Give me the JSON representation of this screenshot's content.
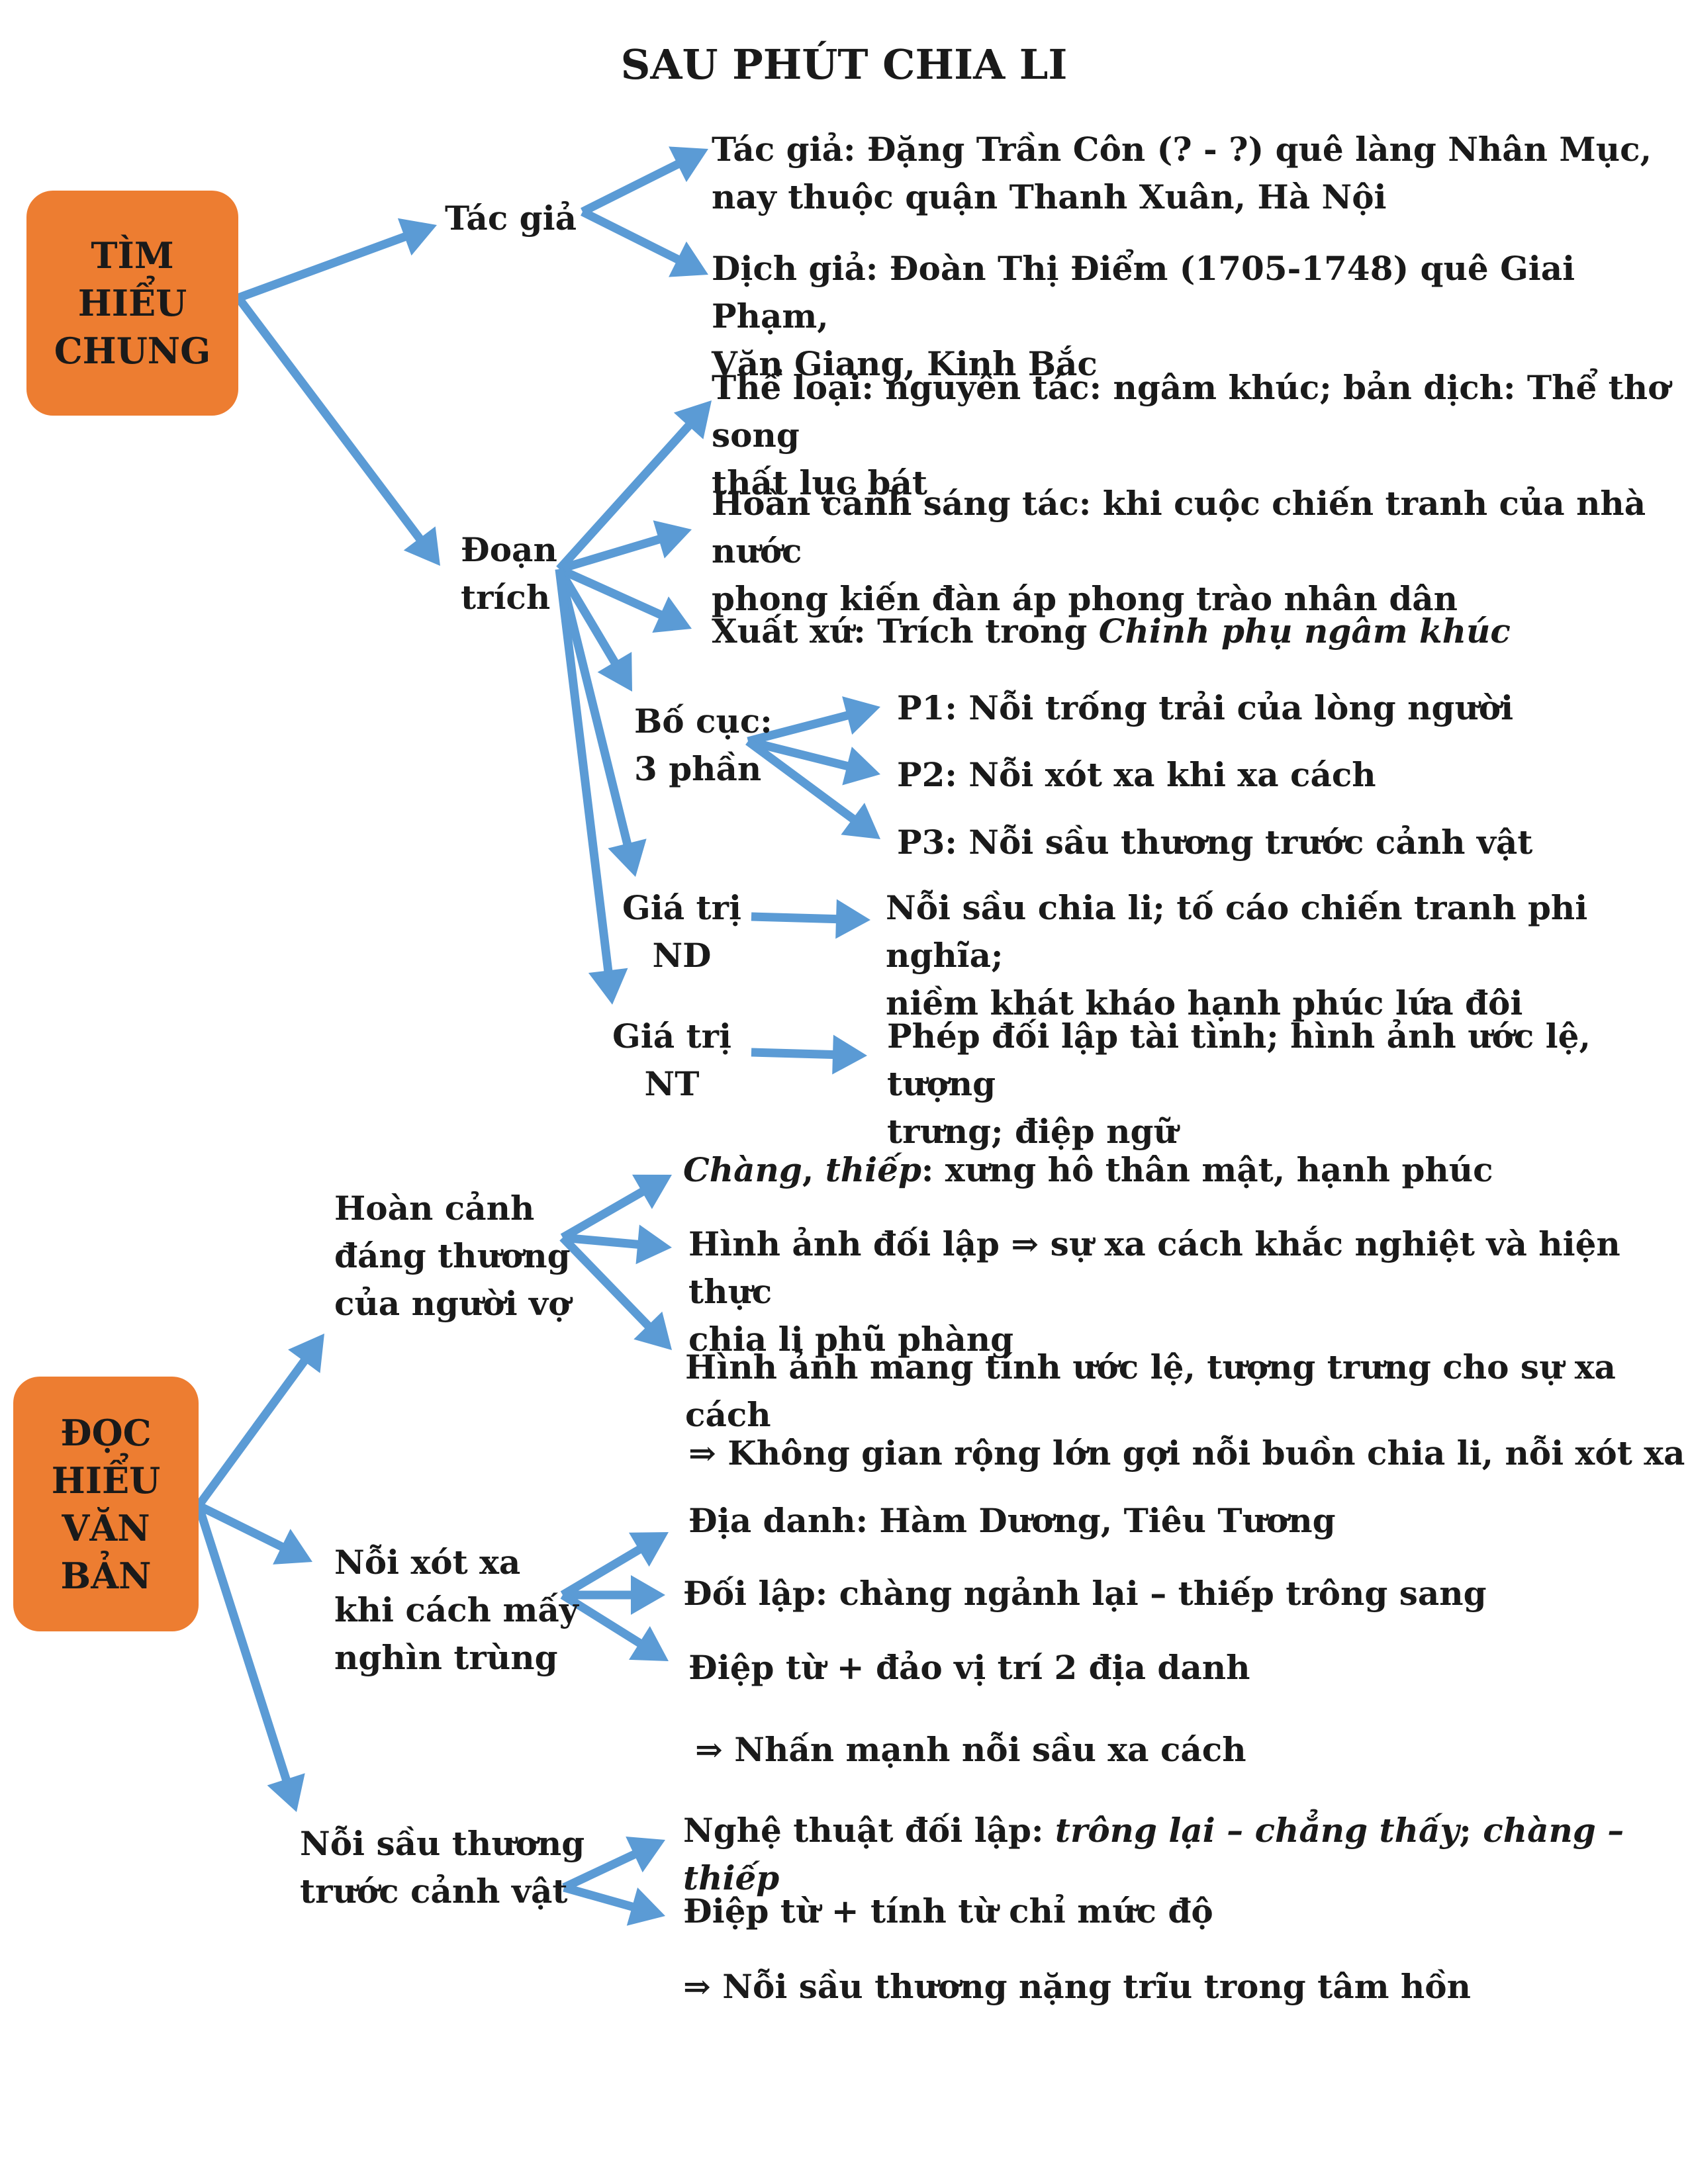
{
  "title": "SAU PHÚT CHIA LI",
  "colors": {
    "box": "#ed7d31",
    "arrow": "#5b9bd5"
  },
  "section1": {
    "box_lines": [
      "TÌM",
      "HIỂU",
      "CHUNG"
    ],
    "tac_gia": {
      "label": "Tác giả",
      "author": [
        "Tác giả: Đặng Trần Côn (? - ?) quê làng Nhân Mục,",
        "nay thuộc quận Thanh Xuân, Hà Nội"
      ],
      "translator": [
        "Dịch giả: Đoàn Thị Điểm (1705-1748) quê Giai Phạm,",
        "Văn Giang, Kinh Bắc"
      ]
    },
    "doan_trich": {
      "label": [
        "Đoạn",
        "trích"
      ],
      "the_loai": [
        "Thể loại: nguyên tác: ngâm khúc; bản dịch: Thể thơ song",
        "thất lục bát"
      ],
      "hoan_canh": [
        "Hoàn cảnh sáng tác: khi cuộc chiến tranh của nhà nước",
        "phong kiến đàn áp phong trào nhân dân"
      ],
      "xuat_xu_prefix": "Xuất xứ: Trích trong ",
      "xuat_xu_title": "Chinh phụ ngâm khúc",
      "bo_cuc_label": [
        "Bố cục:",
        "3 phần"
      ],
      "parts": [
        "P1: Nỗi trống trải của lòng người",
        "P2: Nỗi xót xa khi xa cách",
        "P3: Nỗi sầu thương trước cảnh vật"
      ],
      "gia_tri_nd_label": [
        "Giá trị",
        "ND"
      ],
      "gia_tri_nd": [
        "Nỗi sầu chia li; tố cáo chiến tranh phi nghĩa;",
        "niềm khát kháo hạnh phúc lứa đôi"
      ],
      "gia_tri_nt_label": [
        "Giá trị",
        "NT"
      ],
      "gia_tri_nt": [
        "Phép đối lập tài tình; hình ảnh ước lệ, tượng",
        "trưng; điệp ngữ"
      ]
    }
  },
  "section2": {
    "box_lines": [
      "ĐỌC",
      "HIỂU",
      "VĂN",
      "BẢN"
    ],
    "branch1": {
      "label": [
        "Hoàn cảnh",
        "đáng thương",
        "của người vợ"
      ],
      "item1_italic1": "Chàng",
      "item1_sep": ", ",
      "item1_italic2": "thiếp",
      "item1_rest": ": xưng hô thân mật, hạnh phúc",
      "item2": [
        "Hình ảnh đối lập ⇒  sự xa cách khắc nghiệt và hiện thực",
        "chia li phũ phàng"
      ],
      "item3": "Hình ảnh mang tính ước lệ, tượng trưng cho sự xa cách",
      "conclusion": "⇒ Không gian rộng lớn gợi nỗi buồn chia li, nỗi xót xa"
    },
    "branch2": {
      "label": [
        "Nỗi xót xa",
        "khi cách mấy",
        "nghìn trùng"
      ],
      "item1": "Địa danh: Hàm Dương, Tiêu Tương",
      "item2": "Đối lập: chàng ngảnh lại – thiếp trông sang",
      "item3": "Điệp từ + đảo vị trí 2 địa danh",
      "conclusion": "⇒ Nhấn mạnh nỗi sầu xa cách"
    },
    "branch3": {
      "label": [
        "Nỗi sầu thương",
        "trước cảnh vật"
      ],
      "item1_prefix": "Nghệ thuật đối lập: ",
      "item1_italic1": "trông lại – chẳng thấy",
      "item1_sep": "; ",
      "item1_italic2": "chàng – thiếp",
      "item2": "Điệp từ + tính từ chỉ mức độ",
      "conclusion": "⇒ Nỗi sầu thương nặng trĩu trong tâm hồn"
    }
  }
}
